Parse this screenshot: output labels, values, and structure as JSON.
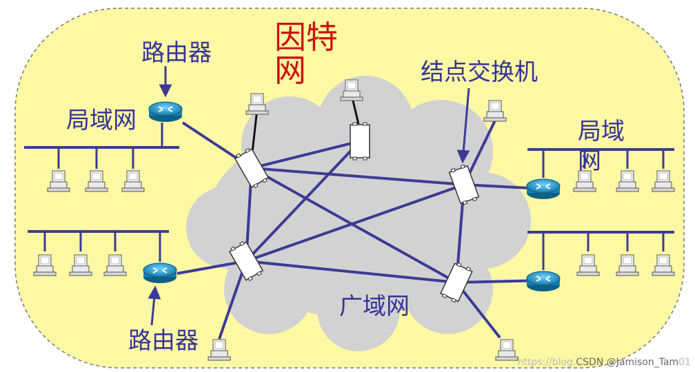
{
  "title": {
    "line1": "因特",
    "line2": "网"
  },
  "labels": {
    "router_top": "路由器",
    "router_bottom": "路由器",
    "lan_left": "局域网",
    "lan_right_1": "局域",
    "lan_right_2": "网",
    "switch_node": "结点交换机",
    "wan": "广域网"
  },
  "watermark": {
    "faint": "https://blog.",
    "main": "CSDN @Jamison_Tam",
    "tail": "01"
  },
  "colors": {
    "background": "#fdf8a4",
    "cloud": "#d2d2d2",
    "link": "#3b3b95",
    "router": "#1f8fc0",
    "text": "#333399",
    "title": "#cc1111"
  }
}
